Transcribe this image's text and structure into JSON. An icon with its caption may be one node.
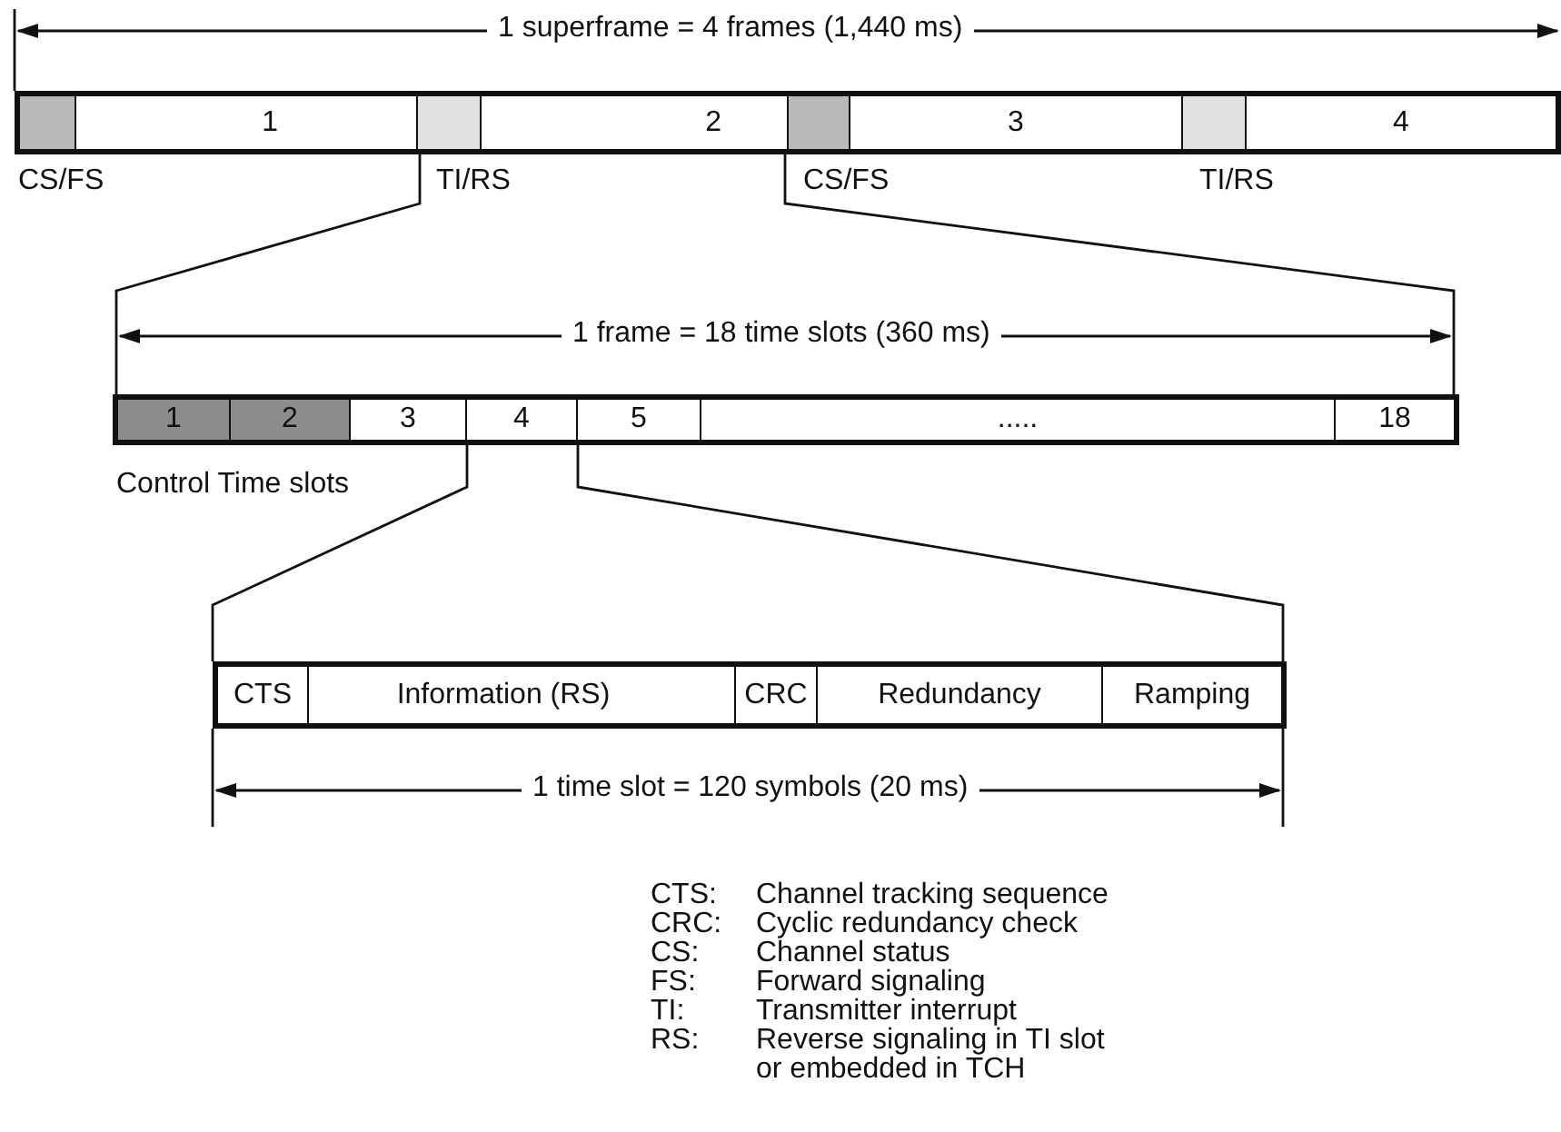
{
  "diagram": {
    "nodes": [
      {
        "text": [],
        "shape": "bar"
      },
      {
        "text": [],
        "shape": "box",
        "in": 0,
        "beside": [
          "CS/FS"
        ]
      },
      {
        "text": [
          "1"
        ],
        "in": 0
      },
      {
        "text": [],
        "shape": "box",
        "in": 0,
        "beside": [
          "TI/RS"
        ]
      },
      {
        "text": [
          "2"
        ],
        "in": 0
      },
      {
        "text": [],
        "shape": "box",
        "in": 0,
        "beside": [
          "CS/FS"
        ]
      },
      {
        "text": [
          "3"
        ],
        "in": 0
      },
      {
        "text": [],
        "shape": "box",
        "in": 0,
        "beside": [
          "TI/RS"
        ]
      },
      {
        "text": [
          "4"
        ],
        "in": 0
      },
      {
        "text": [],
        "shape": "bar"
      },
      {
        "text": [
          "1"
        ],
        "in": 9
      },
      {
        "text": [
          "2"
        ],
        "in": 9
      },
      {
        "text": [
          "3"
        ],
        "in": 9
      },
      {
        "text": [
          "4"
        ],
        "in": 9
      },
      {
        "text": [
          "5"
        ],
        "in": 9
      },
      {
        "text": [
          "....."
        ],
        "in": 9
      },
      {
        "text": [
          "18"
        ],
        "in": 9
      },
      {
        "text": [],
        "shape": "bar"
      },
      {
        "text": [
          "CTS"
        ],
        "in": 17
      },
      {
        "text": [
          "Information (RS)"
        ],
        "in": 17
      },
      {
        "text": [
          "CRC"
        ],
        "in": 17
      },
      {
        "text": [
          "Redundancy"
        ],
        "in": 17
      },
      {
        "text": [
          "Ramping"
        ],
        "in": 17
      }
    ],
    "edges": [
      {
        "from": 3,
        "to": 9,
        "arrow": "none"
      },
      {
        "from": 5,
        "to": 9,
        "arrow": "none"
      },
      {
        "from": 13,
        "to": 17,
        "arrow": "none"
      },
      {
        "from": 14,
        "to": 17,
        "arrow": "none"
      }
    ],
    "labels": [
      "1 superframe = 4 frames (1,440 ms)",
      "1 frame = 18 time slots (360 ms)",
      "Control Time slots",
      "1 time slot = 120 symbols (20 ms)",
      "CTS:",
      "Channel tracking sequence",
      "CRC:",
      "Cyclic redundancy check",
      "CS:",
      "Channel status",
      "FS:",
      "Forward signaling",
      "TI:",
      "Transmitter interrupt",
      "RS:",
      "Reverse signaling in TI slot or embedded in TCH"
    ]
  }
}
